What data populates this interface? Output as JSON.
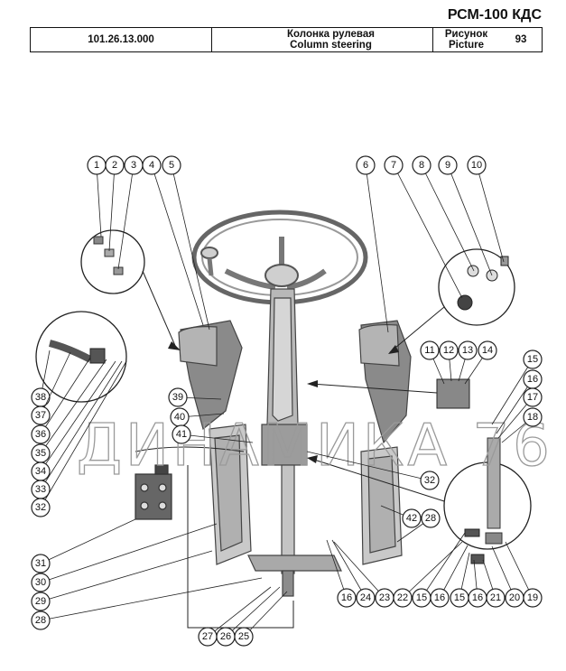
{
  "header": {
    "model": "РСМ-100 КДС",
    "doc_number": "101.26.13.000",
    "title_ru": "Колонка рулевая",
    "title_en": "Column steering",
    "picture_ru": "Рисунок",
    "picture_en": "Picture",
    "picture_number": "93"
  },
  "watermark": "ДИНАМИКА 76",
  "callouts": [
    "1",
    "2",
    "3",
    "4",
    "5",
    "6",
    "7",
    "8",
    "9",
    "10",
    "11",
    "12",
    "13",
    "14",
    "15",
    "16",
    "17",
    "18",
    "38",
    "39",
    "37",
    "40",
    "36",
    "41",
    "35",
    "34",
    "33",
    "32",
    "32",
    "31",
    "42",
    "28",
    "30",
    "29",
    "28",
    "16",
    "24",
    "23",
    "22",
    "15",
    "16",
    "15",
    "16",
    "21",
    "20",
    "19",
    "27",
    "26",
    "25"
  ]
}
